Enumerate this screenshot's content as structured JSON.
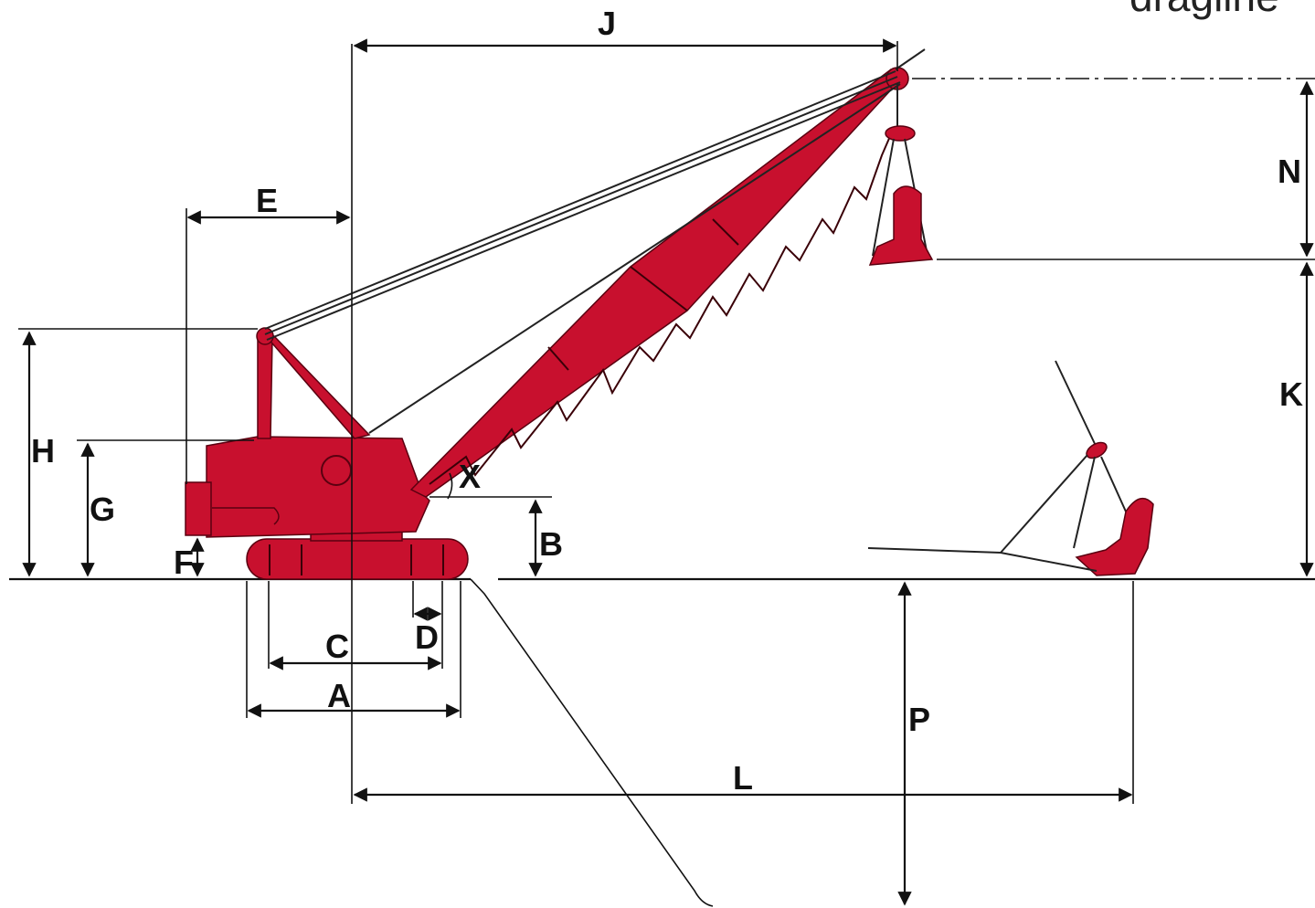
{
  "caption": "dragline",
  "colors": {
    "machine": "#c8102e",
    "line": "#111111"
  },
  "labels": {
    "A": "A",
    "B": "B",
    "C": "C",
    "D": "D",
    "E": "E",
    "F": "F",
    "G": "G",
    "H": "H",
    "J": "J",
    "K": "K",
    "L": "L",
    "N": "N",
    "P": "P",
    "X": "X"
  }
}
